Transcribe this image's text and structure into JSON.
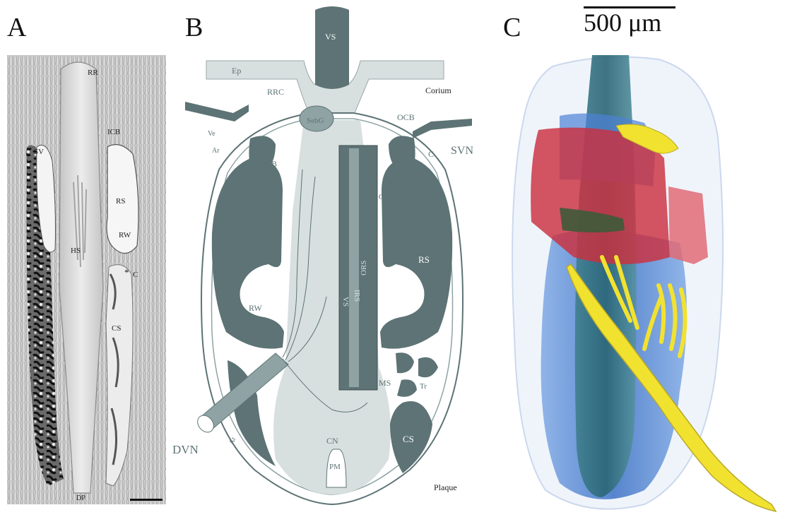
{
  "panels": {
    "a": {
      "letter": "A",
      "labels": {
        "rr": "RR",
        "icb": "ICB",
        "sv": "SV",
        "rs": "RS",
        "rw": "RW",
        "hs": "HS",
        "c": "C",
        "cs": "CS",
        "dp": "DP",
        "ast": "*"
      }
    },
    "b": {
      "letter": "B",
      "labels": {
        "vs_top": "VS",
        "ep": "Ep",
        "rrc": "RRC",
        "corium": "Corium",
        "sebg": "SebG",
        "ocb": "OCB",
        "svn": "SVN",
        "c": "C",
        "icb": "ICB",
        "gm": "GM",
        "rs": "RS",
        "rw": "RW",
        "vs_shaft": "VS",
        "irs": "IRS",
        "ors": "ORS",
        "ms": "MS",
        "tr": "Tr",
        "cs": "CS",
        "cn": "CN",
        "pm": "PM",
        "dvn": "DVN",
        "plaque": "Plaque",
        "ve": "Ve",
        "ar": "Ar",
        "ar2": "Ar"
      }
    },
    "c": {
      "letter": "C",
      "scale_label": "500 μm"
    }
  },
  "colors": {
    "dark": "#5d7375",
    "mid": "#8fa3a4",
    "light": "#d8dfdf",
    "red": "#cc2f3e",
    "blue": "#5b8fd8",
    "yellow": "#f2e230"
  }
}
